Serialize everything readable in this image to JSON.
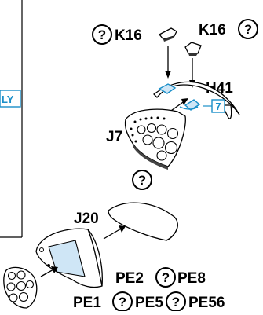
{
  "left_panel": {
    "partial_label": "LY"
  },
  "labels": {
    "k16_left": "K16",
    "k16_right": "K16",
    "h41": "H41",
    "step_tag": "7",
    "j7": "J7",
    "j20": "J20",
    "pe2": "PE2",
    "pe8": "PE8",
    "pe1": "PE1",
    "pe5": "PE5",
    "pe56": "PE56"
  },
  "icons": {
    "question_mark_glyph": "?",
    "accent_color": "#1a8fc9",
    "shade_color": "#cfe6f6"
  }
}
